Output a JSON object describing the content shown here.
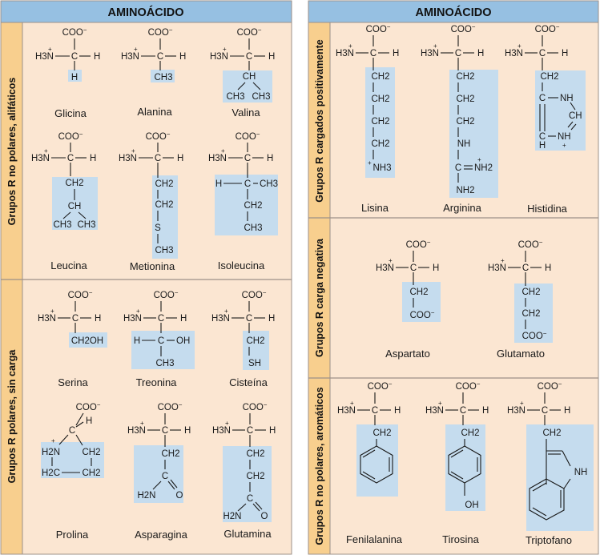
{
  "headers": {
    "left": "AMINOÁCIDO",
    "right": "AMINOÁCIDO"
  },
  "groups": {
    "nonpolar_aliphatic": "Grupos R no polares, alifáticos",
    "polar_uncharged": "Grupos R polares, sin carga",
    "positive": "Grupos R cargados positivamente",
    "negative": "Grupos R carga negativa",
    "aromatic": "Grupos R no polares, aromáticos"
  },
  "amino_acids": {
    "glicina": "Glicina",
    "alanina": "Alanina",
    "valina": "Valina",
    "leucina": "Leucina",
    "metionina": "Metionina",
    "isoleucina": "Isoleucina",
    "serina": "Serina",
    "treonina": "Treonina",
    "cisteina": "Cisteína",
    "prolina": "Prolina",
    "asparagina": "Asparagina",
    "glutamina": "Glutamina",
    "lisina": "Lisina",
    "arginina": "Arginina",
    "histidina": "Histidina",
    "aspartato": "Aspartato",
    "glutamato": "Glutamato",
    "fenilalanina": "Fenilalanina",
    "tirosina": "Tirosina",
    "triptofano": "Triptofano"
  },
  "chem": {
    "coo": "COO",
    "minus": "−",
    "plus": "+",
    "h3n": "H3N",
    "h": "H",
    "c": "C",
    "ch": "CH",
    "ch2": "CH2",
    "ch3": "CH3",
    "oh": "OH",
    "ch2oh": "CH2OH",
    "sh": "SH",
    "s": "S",
    "o": "O",
    "nh": "NH",
    "nh2": "NH2",
    "nh3": "NH3",
    "h2n": "H2N",
    "h2c": "H2C",
    "n": "N"
  },
  "colors": {
    "header": "#96c0e2",
    "sidebar": "#f8cf8e",
    "panel": "#fbe6d2",
    "rgroup": "#c5dcee",
    "border": "#9c9189"
  }
}
